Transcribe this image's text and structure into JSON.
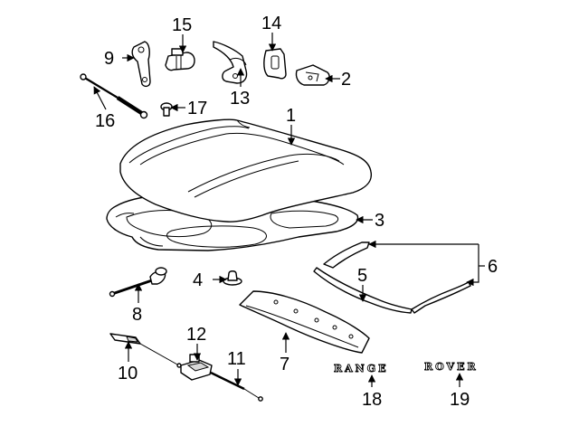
{
  "callouts": [
    {
      "id": "1",
      "label": "1"
    },
    {
      "id": "2",
      "label": "2"
    },
    {
      "id": "3",
      "label": "3"
    },
    {
      "id": "4",
      "label": "4"
    },
    {
      "id": "5",
      "label": "5"
    },
    {
      "id": "6",
      "label": "6"
    },
    {
      "id": "7",
      "label": "7"
    },
    {
      "id": "8",
      "label": "8"
    },
    {
      "id": "9",
      "label": "9"
    },
    {
      "id": "10",
      "label": "10"
    },
    {
      "id": "11",
      "label": "11"
    },
    {
      "id": "12",
      "label": "12"
    },
    {
      "id": "13",
      "label": "13"
    },
    {
      "id": "14",
      "label": "14"
    },
    {
      "id": "15",
      "label": "15"
    },
    {
      "id": "16",
      "label": "16"
    },
    {
      "id": "17",
      "label": "17"
    },
    {
      "id": "18",
      "label": "18"
    },
    {
      "id": "19",
      "label": "19"
    }
  ],
  "emblems": {
    "range": "RANGE",
    "rover": "ROVER"
  }
}
